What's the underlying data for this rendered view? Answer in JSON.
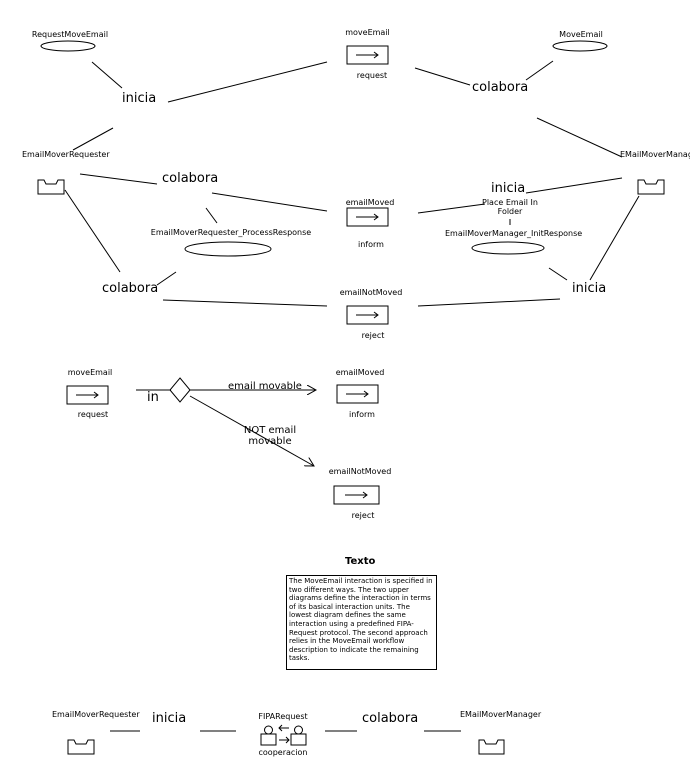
{
  "top": {
    "request_move_email_role": "RequestMoveEmail",
    "move_email_unit": "moveEmail",
    "move_email_perf": "request",
    "move_email_role_right": "MoveEmail",
    "inicia_left": "inicia",
    "colabora_right": "colabora",
    "requester_agent": "EmailMoverRequester",
    "manager_agent": "EMailMoverManager",
    "colabora_mid": "colabora",
    "inicia_mid": "inicia",
    "email_moved_unit": "emailMoved",
    "email_moved_perf": "inform",
    "place_email_task": "Place Email In Folder",
    "process_response_role": "EmailMoverRequester_ProcessResponse",
    "init_response_role": "EmailMoverManager_InitResponse",
    "colabora_lower": "colabora",
    "inicia_lower": "inicia",
    "email_not_moved_unit": "emailNotMoved",
    "email_not_moved_perf": "reject"
  },
  "protocol": {
    "move_email_unit": "moveEmail",
    "move_email_perf": "request",
    "in_label": "in",
    "email_movable": "email movable",
    "not_email_movable": "NOT email movable",
    "email_moved_unit": "emailMoved",
    "email_moved_perf": "inform",
    "email_not_moved_unit": "emailNotMoved",
    "email_not_moved_perf": "reject"
  },
  "texto": {
    "title": "Texto",
    "body": "The MoveEmail interaction is specified in two different ways. The two upper diagrams define the interaction in terms of its basical interaction units. The lowest diagram defines the same interaction using a predefined FIPA-Request protocol. The second approach relies in the MoveEmail workflow description to indicate the remaining tasks."
  },
  "bottom": {
    "requester_agent": "EmailMoverRequester",
    "inicia": "inicia",
    "fipa_request": "FIPARequest",
    "cooperacion": "cooperacion",
    "colabora": "colabora",
    "manager_agent": "EMailMoverManager"
  }
}
